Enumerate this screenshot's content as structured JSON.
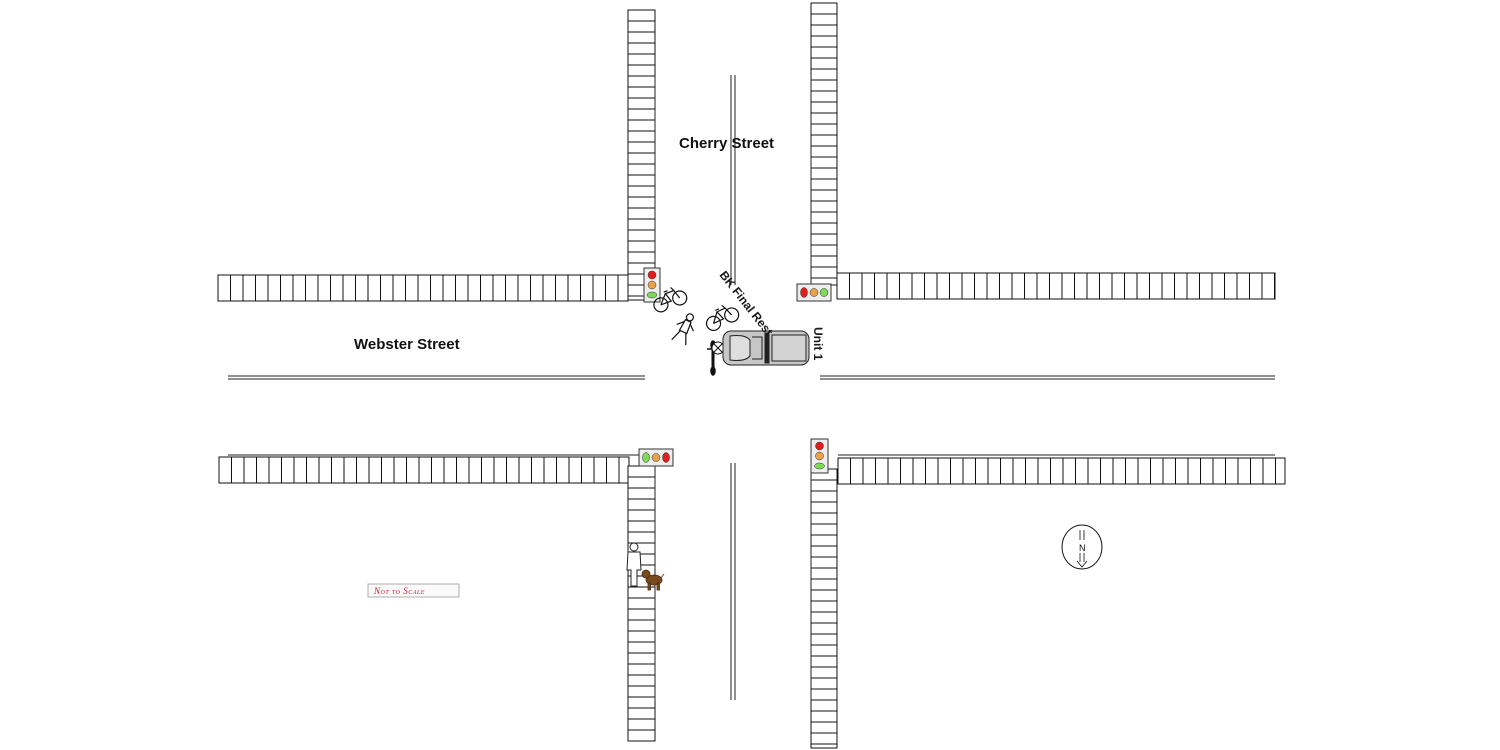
{
  "streets": {
    "north_south": "Cherry Street",
    "east_west": "Webster Street"
  },
  "labels": {
    "bike_final_rest": "BK Final Rest",
    "vehicle_unit": "Unit 1",
    "not_to_scale": "Not to Scale",
    "north_arrow_letter": "N"
  },
  "colors": {
    "signal_red": "#e11d1d",
    "signal_amber": "#e8a24a",
    "signal_green": "#7ed957",
    "vehicle_body": "#c7c7c7",
    "dog": "#7a4a1f",
    "not_to_scale_text": "#c0182a"
  },
  "icons": {
    "signals": "traffic-signal-icon",
    "pedestrian": "pedestrian-icon",
    "dog": "dog-icon",
    "bicycles": "bicycle-icon",
    "vehicle": "pickup-truck-icon",
    "compass": "north-arrow-icon"
  }
}
